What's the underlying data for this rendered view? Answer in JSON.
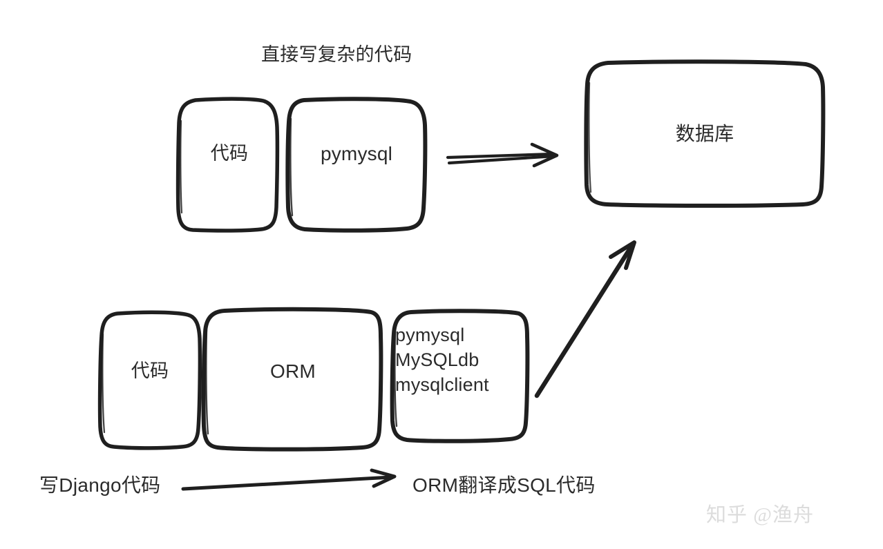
{
  "diagram": {
    "title": "直接写复杂的代码",
    "background_color": "#ffffff",
    "stroke_color": "#1f1f1f",
    "text_color": "#2b2b2b",
    "watermark": "知乎 @渔舟",
    "watermark_color": "#dcdcdc",
    "top_flow": {
      "boxes": [
        {
          "label": "代码",
          "name": "code-box-top"
        },
        {
          "label": "pymysql",
          "name": "pymysql-box-top"
        }
      ],
      "target": {
        "label": "数据库",
        "name": "database-box"
      },
      "arrow": {
        "name": "arrow-pymysql-to-database",
        "from": "pymysql",
        "to": "数据库"
      }
    },
    "bottom_flow": {
      "boxes": [
        {
          "label": "代码",
          "name": "code-box-bottom"
        },
        {
          "label": "ORM",
          "name": "orm-box"
        },
        {
          "label": "pymysql\nMySQLdb\nmysqlclient",
          "name": "drivers-box"
        }
      ],
      "arrow": {
        "name": "arrow-drivers-to-database",
        "from": "drivers",
        "to": "数据库"
      }
    },
    "captions": {
      "left": "写Django代码",
      "right": "ORM翻译成SQL代码",
      "arrow": {
        "name": "arrow-caption",
        "from": "写Django代码",
        "to": "ORM翻译成SQL代码"
      }
    }
  }
}
